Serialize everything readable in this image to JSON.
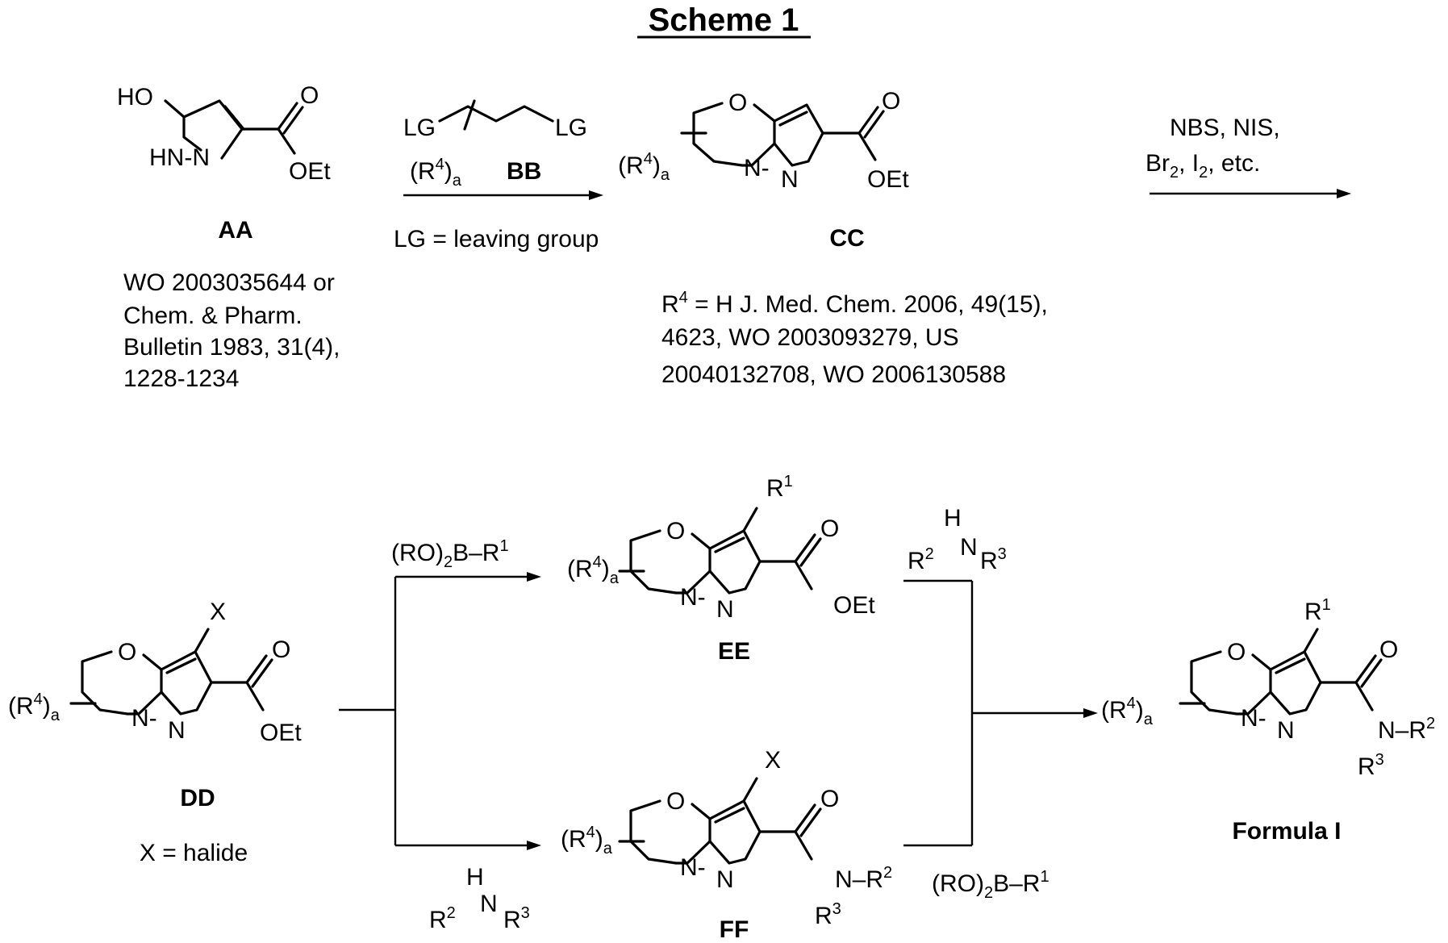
{
  "title": "Scheme 1",
  "atoms": {
    "O": "O",
    "N": "N",
    "N_dash": "N-",
    "X": "X",
    "HO": "HO",
    "HN_N": "HN-N",
    "OEt": "OEt",
    "LG": "LG",
    "H": "H",
    "N_R": "N–R",
    "R": "R",
    "R4_open": "(R",
    "a_close": ")",
    "sub_a": "a",
    "sup_1": "1",
    "sup_2": "2",
    "sup_3": "3",
    "sup_4": "4",
    "RO2B": "(RO)",
    "B_R": "B–R",
    "sub_2": "2"
  },
  "compounds": {
    "AA": "AA",
    "BB": "BB",
    "CC": "CC",
    "DD": "DD",
    "EE": "EE",
    "FF": "FF",
    "FormulaI": "Formula I"
  },
  "conditions": {
    "lg_def": "LG = leaving group",
    "halogen_line1": "NBS, NIS,",
    "halogen_line2_a": "Br",
    "halogen_line2_b": ", I",
    "halogen_line2_c": ", etc.",
    "x_def": "X = halide"
  },
  "references": {
    "AA": [
      "WO 2003035644 or",
      "Chem. & Pharm.",
      "Bulletin 1983, 31(4),",
      "1228-1234"
    ],
    "CC_prefix": "R",
    "CC": [
      " = H J. Med. Chem. 2006, 49(15),",
      "4623, WO 2003093279, US",
      "20040132708, WO 2006130588"
    ]
  }
}
